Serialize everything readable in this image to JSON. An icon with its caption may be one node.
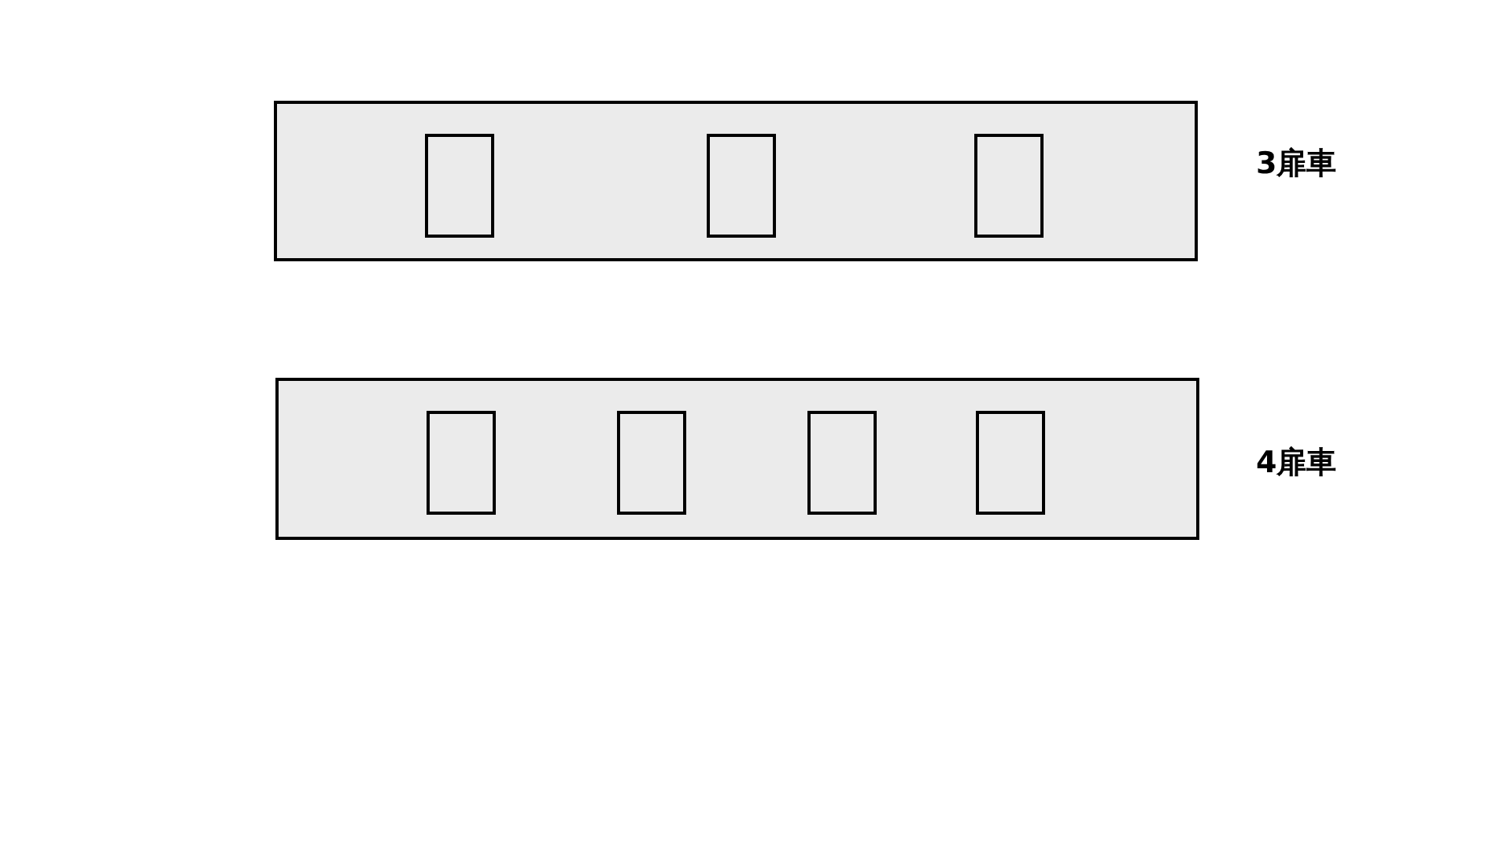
{
  "diagram": {
    "nodes": [
      {
        "text": [],
        "shape": "box",
        "beside": [
          "3扉車"
        ]
      },
      {
        "text": [],
        "shape": "box",
        "in": 0
      },
      {
        "text": [],
        "shape": "box",
        "in": 0
      },
      {
        "text": [],
        "shape": "box",
        "in": 0
      },
      {
        "text": [],
        "shape": "box",
        "beside": [
          "4扉車"
        ]
      },
      {
        "text": [],
        "shape": "box",
        "in": 4
      },
      {
        "text": [],
        "shape": "box",
        "in": 4
      },
      {
        "text": [],
        "shape": "box",
        "in": 4
      },
      {
        "text": [],
        "shape": "box",
        "in": 4
      }
    ]
  }
}
